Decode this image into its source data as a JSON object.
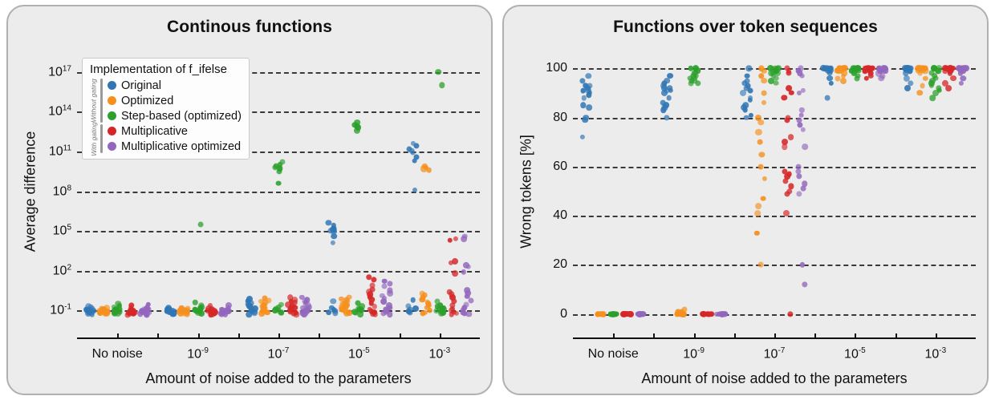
{
  "figure": {
    "panels": [
      {
        "title": "Continous functions",
        "xlabel": "Amount of noise added to the parameters",
        "ylabel": "Average difference"
      },
      {
        "title": "Functions over token sequences",
        "xlabel": "Amount of noise added to the parameters",
        "ylabel": "Wrong tokens [%]"
      }
    ]
  },
  "legend": {
    "title": "Implementation of f_ifelse",
    "groups": [
      {
        "tag": "Without gating",
        "items": [
          {
            "label": "Original",
            "color": "#3176b4"
          },
          {
            "label": "Optimized",
            "color": "#f5901e"
          },
          {
            "label": "Step-based (optimized)",
            "color": "#2ba02b"
          }
        ]
      },
      {
        "tag": "With gating",
        "items": [
          {
            "label": "Multiplicative",
            "color": "#d62728"
          },
          {
            "label": "Multiplicative optimized",
            "color": "#9367bd"
          }
        ]
      }
    ]
  },
  "chart_data": [
    {
      "type": "scatter",
      "title": "Continous functions",
      "xlabel": "Amount of noise added to the parameters",
      "ylabel": "Average difference",
      "yscale": "log",
      "ylim": [
        -2.2,
        18.2
      ],
      "yticks": [
        -1,
        2,
        5,
        8,
        11,
        14,
        17
      ],
      "yticklabels": [
        "10⁻¹",
        "10²",
        "10⁵",
        "10⁸",
        "10¹¹",
        "10¹⁴",
        "10¹⁷"
      ],
      "categories": [
        "No noise",
        "10⁻⁹",
        "10⁻⁷",
        "10⁻⁵",
        "10⁻³"
      ],
      "grid": "horizontal dashed",
      "legend_position": "upper left inside axes",
      "note": "values are log10 of average difference; one strip per implementation per noise level",
      "series": [
        {
          "name": "Original",
          "color": "#3176b4",
          "values_log10": [
            [
              -0.75,
              -0.9,
              -1.0,
              -1.05,
              -1.1,
              -1.15,
              -0.95,
              -1.2,
              -0.85,
              -1.0,
              -1.25,
              -1.3,
              -0.7,
              -1.1,
              -0.95
            ],
            [
              -0.8,
              -0.95,
              -1.05,
              -1.1,
              -1.15,
              -1.0,
              -1.2,
              -0.9,
              -1.25,
              -1.05,
              -1.3,
              -0.85,
              -1.1,
              -1.0,
              -0.95
            ],
            [
              -0.15,
              -0.3,
              -0.45,
              -0.6,
              -0.7,
              -0.8,
              -0.9,
              -1.0,
              -1.1,
              -1.2,
              -0.25,
              -0.5,
              -0.65,
              -0.85,
              -1.05,
              -1.3
            ],
            [
              5.6,
              5.4,
              5.2,
              5.1,
              5.05,
              5.0,
              4.95,
              4.6,
              4.1,
              -0.3,
              -0.9,
              -1.05,
              -1.15,
              -1.2,
              -0.8
            ],
            [
              11.6,
              11.4,
              11.2,
              11.05,
              10.9,
              10.6,
              10.3,
              8.1,
              -0.2,
              -0.7,
              -0.95,
              -1.1,
              -1.2,
              -1.05,
              -0.85
            ]
          ]
        },
        {
          "name": "Optimized",
          "color": "#f5901e",
          "values_log10": [
            [
              -0.8,
              -0.95,
              -1.0,
              -1.1,
              -1.15,
              -1.2,
              -0.9,
              -1.05,
              -1.25,
              -1.0,
              -0.85,
              -1.3,
              -1.1,
              -0.95,
              -1.15
            ],
            [
              -0.85,
              -0.95,
              -1.05,
              -1.1,
              -1.2,
              -1.0,
              -1.25,
              -0.9,
              -1.15,
              -1.05,
              -1.3,
              -1.0,
              -0.8,
              -1.1,
              -0.95
            ],
            [
              -0.1,
              -0.25,
              -0.4,
              -0.55,
              -0.7,
              -0.85,
              -0.95,
              -1.05,
              -1.15,
              -1.25,
              -0.3,
              -0.6,
              -0.8,
              -1.0,
              -1.2
            ],
            [
              0.0,
              -0.15,
              -0.3,
              -0.45,
              -0.6,
              -0.75,
              -0.9,
              -1.0,
              -1.1,
              -1.2,
              -0.2,
              -0.5,
              -0.7,
              -0.95,
              -1.25
            ],
            [
              9.9,
              9.8,
              9.7,
              9.6,
              0.3,
              0.15,
              0.0,
              -0.2,
              -0.4,
              -0.6,
              -0.8,
              -1.0,
              -1.15,
              -1.25,
              -0.5
            ]
          ]
        },
        {
          "name": "Step-based (optimized)",
          "color": "#2ba02b",
          "values_log10": [
            [
              -0.5,
              -0.65,
              -0.8,
              -0.9,
              -1.0,
              -1.1,
              -1.2,
              -0.75,
              -0.95,
              -1.05,
              -1.25,
              -0.85,
              -1.15,
              -1.0,
              -0.9
            ],
            [
              5.5,
              -0.4,
              -0.6,
              -0.75,
              -0.9,
              -1.0,
              -1.1,
              -1.2,
              -0.8,
              -0.95,
              -1.05,
              -1.25,
              -0.85,
              -1.15,
              -1.0
            ],
            [
              10.2,
              10.0,
              9.9,
              9.8,
              9.7,
              9.5,
              8.6,
              -0.55,
              -0.75,
              -0.9,
              -1.05,
              -1.15,
              -1.25,
              -0.85,
              -1.0
            ],
            [
              13.2,
              13.0,
              12.9,
              12.8,
              12.6,
              -0.45,
              -0.7,
              -0.85,
              -1.0,
              -1.1,
              -1.2,
              -1.3,
              -0.9,
              -1.05,
              -0.95
            ],
            [
              17.0,
              16.0,
              -0.35,
              -0.6,
              -0.8,
              -0.95,
              -1.05,
              -1.15,
              -1.25,
              -0.7,
              -0.9,
              -1.0,
              -1.2,
              -1.1,
              -0.85
            ]
          ]
        },
        {
          "name": "Multiplicative",
          "color": "#d62728",
          "values_log10": [
            [
              -0.6,
              -0.8,
              -0.95,
              -1.05,
              -1.15,
              -1.25,
              -1.3,
              -1.35,
              -0.9,
              -1.1,
              -1.2,
              -1.0,
              -1.28,
              -1.18,
              -1.08
            ],
            [
              -0.65,
              -0.85,
              -1.0,
              -1.1,
              -1.2,
              -1.3,
              -1.35,
              -0.95,
              -1.15,
              -1.25,
              -1.05,
              -1.32,
              -1.22,
              -1.12,
              -1.02
            ],
            [
              -0.05,
              -0.2,
              -0.4,
              -0.55,
              -0.7,
              -0.85,
              -1.0,
              -1.1,
              -1.2,
              -1.3,
              -0.3,
              -0.6,
              -0.8,
              -0.95,
              -1.25
            ],
            [
              1.5,
              1.3,
              0.9,
              0.6,
              0.4,
              0.2,
              0.0,
              -0.2,
              -0.45,
              -0.7,
              -0.9,
              -1.05,
              -1.15,
              -1.25,
              -1.3
            ],
            [
              4.4,
              4.3,
              2.7,
              2.6,
              1.8,
              0.4,
              0.2,
              0.0,
              -0.3,
              -0.6,
              -0.85,
              -1.0,
              -1.15,
              -1.25,
              -1.3
            ]
          ]
        },
        {
          "name": "Multiplicative optimized",
          "color": "#9367bd",
          "values_log10": [
            [
              -0.55,
              -0.75,
              -0.9,
              -1.0,
              -1.1,
              -1.2,
              -1.3,
              -0.85,
              -1.05,
              -1.15,
              -1.25,
              -0.95,
              -1.35,
              -1.12,
              -1.02
            ],
            [
              -0.6,
              -0.8,
              -0.95,
              -1.05,
              -1.15,
              -1.25,
              -1.3,
              -0.9,
              -1.1,
              -1.2,
              -1.0,
              -1.32,
              -1.18,
              -1.08,
              -0.98
            ],
            [
              0.0,
              -0.2,
              -0.4,
              -0.6,
              -0.75,
              -0.9,
              -1.0,
              -1.1,
              -1.2,
              -1.3,
              -0.3,
              -0.55,
              -0.8,
              -1.05,
              -1.25
            ],
            [
              1.2,
              1.0,
              0.8,
              0.5,
              0.3,
              0.1,
              -0.1,
              -0.35,
              -0.6,
              -0.8,
              -1.0,
              -1.15,
              -1.25,
              -1.3,
              -0.9
            ],
            [
              4.6,
              4.4,
              2.4,
              2.3,
              1.9,
              0.5,
              0.3,
              0.05,
              -0.25,
              -0.55,
              -0.8,
              -1.0,
              -1.15,
              -1.25,
              -1.3
            ]
          ]
        }
      ]
    },
    {
      "type": "scatter",
      "title": "Functions over token sequences",
      "xlabel": "Amount of noise added to the parameters",
      "ylabel": "Wrong tokens [%]",
      "yscale": "linear",
      "ylim": [
        -5,
        105
      ],
      "yticks": [
        0,
        20,
        40,
        60,
        80,
        100
      ],
      "yticklabels": [
        "0",
        "20",
        "40",
        "60",
        "80",
        "100"
      ],
      "categories": [
        "No noise",
        "10⁻⁹",
        "10⁻⁷",
        "10⁻⁵",
        "10⁻³"
      ],
      "grid": "horizontal dashed",
      "series": [
        {
          "name": "Original",
          "color": "#3176b4",
          "values": [
            [
              97,
              95,
              93,
              92,
              91,
              90,
              89,
              88,
              85,
              84,
              80,
              79,
              72,
              93,
              91
            ],
            [
              97,
              95,
              94,
              93,
              92,
              91,
              90,
              88,
              86,
              85,
              84,
              83,
              80,
              92,
              91
            ],
            [
              100,
              97,
              95,
              94,
              93,
              92,
              91,
              90,
              88,
              87,
              85,
              84,
              83,
              81,
              80
            ],
            [
              100,
              100,
              100,
              99,
              98,
              96,
              94,
              88,
              100,
              100,
              99,
              100,
              100,
              99,
              100
            ],
            [
              100,
              100,
              100,
              99,
              98,
              96,
              94,
              92,
              100,
              100,
              99,
              100,
              100,
              99,
              100
            ]
          ]
        },
        {
          "name": "Optimized",
          "color": "#f5901e",
          "values": [
            [
              0,
              0,
              0,
              0,
              0,
              0,
              0,
              0,
              0,
              0,
              0,
              0,
              0,
              0,
              0
            ],
            [
              2,
              1,
              0,
              0,
              0,
              0,
              0,
              0,
              1,
              0,
              0,
              0,
              0,
              0,
              0
            ],
            [
              100,
              99,
              97,
              95,
              90,
              86,
              80,
              78,
              74,
              70,
              65,
              60,
              55,
              47,
              44,
              41,
              33,
              20
            ],
            [
              100,
              100,
              99,
              98,
              97,
              96,
              95,
              100,
              100,
              99,
              100,
              100,
              99,
              100,
              100
            ],
            [
              100,
              100,
              99,
              98,
              96,
              93,
              90,
              100,
              100,
              99,
              100,
              100,
              99,
              100,
              100
            ]
          ]
        },
        {
          "name": "Step-based (optimized)",
          "color": "#2ba02b",
          "values": [
            [
              0,
              0,
              0,
              0,
              0,
              0,
              0,
              0,
              0,
              0,
              0,
              0,
              0,
              0,
              0
            ],
            [
              100,
              99,
              98,
              97,
              96,
              95,
              94,
              100,
              99,
              98,
              97,
              96,
              95,
              94,
              100
            ],
            [
              100,
              100,
              99,
              98,
              97,
              96,
              95,
              94,
              100,
              99,
              98,
              100,
              100,
              99,
              98
            ],
            [
              100,
              100,
              100,
              99,
              98,
              97,
              96,
              100,
              100,
              99,
              100,
              100,
              99,
              100,
              100
            ],
            [
              100,
              100,
              99,
              98,
              96,
              94,
              92,
              90,
              88,
              100,
              99,
              97,
              95,
              93,
              91
            ]
          ]
        },
        {
          "name": "Multiplicative",
          "color": "#d62728",
          "values": [
            [
              0,
              0,
              0,
              0,
              0,
              0,
              0,
              0,
              0,
              0,
              0,
              0,
              0,
              0,
              0
            ],
            [
              0,
              0,
              0,
              0,
              0,
              0,
              0,
              0,
              0,
              0,
              0,
              0,
              0,
              0,
              0
            ],
            [
              100,
              99,
              98,
              92,
              90,
              88,
              80,
              79,
              72,
              70,
              68,
              58,
              57,
              56,
              54,
              52,
              50,
              49,
              41,
              0
            ],
            [
              100,
              100,
              99,
              98,
              97,
              96,
              100,
              100,
              99,
              100,
              100,
              99,
              100,
              100,
              99
            ],
            [
              100,
              100,
              99,
              98,
              96,
              94,
              92,
              100,
              100,
              99,
              100,
              100,
              99,
              100,
              100
            ]
          ]
        },
        {
          "name": "Multiplicative optimized",
          "color": "#9367bd",
          "values": [
            [
              0,
              0,
              0,
              0,
              0,
              0,
              0,
              0,
              0,
              0,
              0,
              0,
              0,
              0,
              0
            ],
            [
              0,
              0,
              0,
              0,
              0,
              0,
              0,
              0,
              0,
              0,
              0,
              0,
              0,
              0,
              0
            ],
            [
              100,
              99,
              98,
              97,
              91,
              90,
              83,
              81,
              79,
              77,
              75,
              68,
              60,
              58,
              56,
              53,
              51,
              49,
              20,
              12
            ],
            [
              100,
              100,
              99,
              98,
              97,
              96,
              100,
              100,
              99,
              100,
              100,
              99,
              100,
              100,
              99
            ],
            [
              100,
              100,
              99,
              98,
              96,
              94,
              100,
              100,
              99,
              100,
              100,
              99,
              100,
              100,
              99
            ]
          ]
        }
      ]
    }
  ]
}
